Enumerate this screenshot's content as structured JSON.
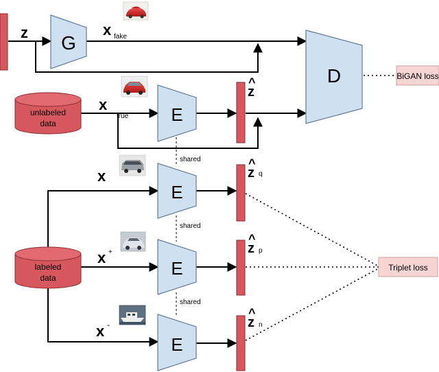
{
  "colors": {
    "block_fill": "#cfe0f1",
    "block_stroke": "#5f7d99",
    "data_fill": "#d6585e",
    "data_stroke": "#8a2a30",
    "vector_fill": "#d6585e",
    "loss_fill": "#f6d5d2",
    "loss_stroke": "#c9a09c",
    "line": "#000000"
  },
  "blocks": {
    "generator": "G",
    "discriminator": "D",
    "encoder": "E"
  },
  "datasets": {
    "unlabeled": [
      "unlabeled",
      "data"
    ],
    "labeled": [
      "labeled",
      "data"
    ]
  },
  "variables": {
    "z": "z",
    "x": "x",
    "x_fake_sub": "fake",
    "x_true_sub": "true",
    "x_plus_sup": "+",
    "x_minus_sup": "-",
    "z_hat": "z",
    "hat": "^",
    "q_sub": "q",
    "p_sub": "p",
    "n_sub": "n"
  },
  "annotations": {
    "shared": "shared"
  },
  "losses": {
    "bigan": "BiGAN loss",
    "triplet": "Triplet loss"
  },
  "icons": [
    "red-car-fake-icon",
    "red-car-true-icon",
    "gray-car-icon",
    "silver-car-icon",
    "boat-icon"
  ]
}
